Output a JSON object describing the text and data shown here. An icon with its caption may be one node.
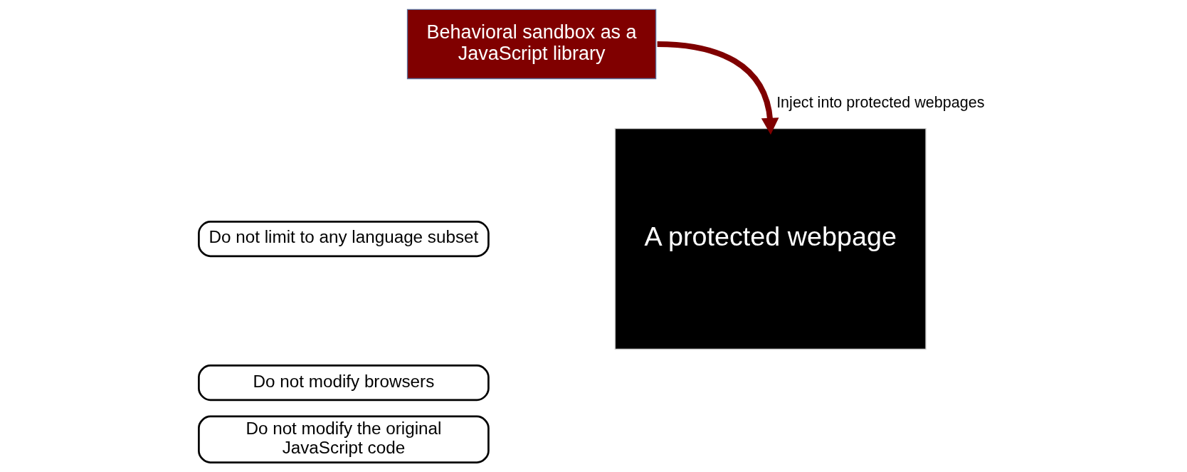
{
  "diagram": {
    "nodes": [
      {
        "text": [
          "Behavioral sandbox as a JavaScript library"
        ]
      },
      {
        "text": [
          "A protected webpage"
        ]
      },
      {
        "text": [
          "Do not limit to any language subset"
        ]
      },
      {
        "text": [
          "Do not modify browsers"
        ]
      },
      {
        "text": [
          "Do not modify the original JavaScript code"
        ]
      }
    ],
    "edges": [
      {
        "from": 0,
        "to": 1,
        "arrow": "to",
        "label": "Inject into protected webpages",
        "color": "#7f0000"
      }
    ]
  }
}
